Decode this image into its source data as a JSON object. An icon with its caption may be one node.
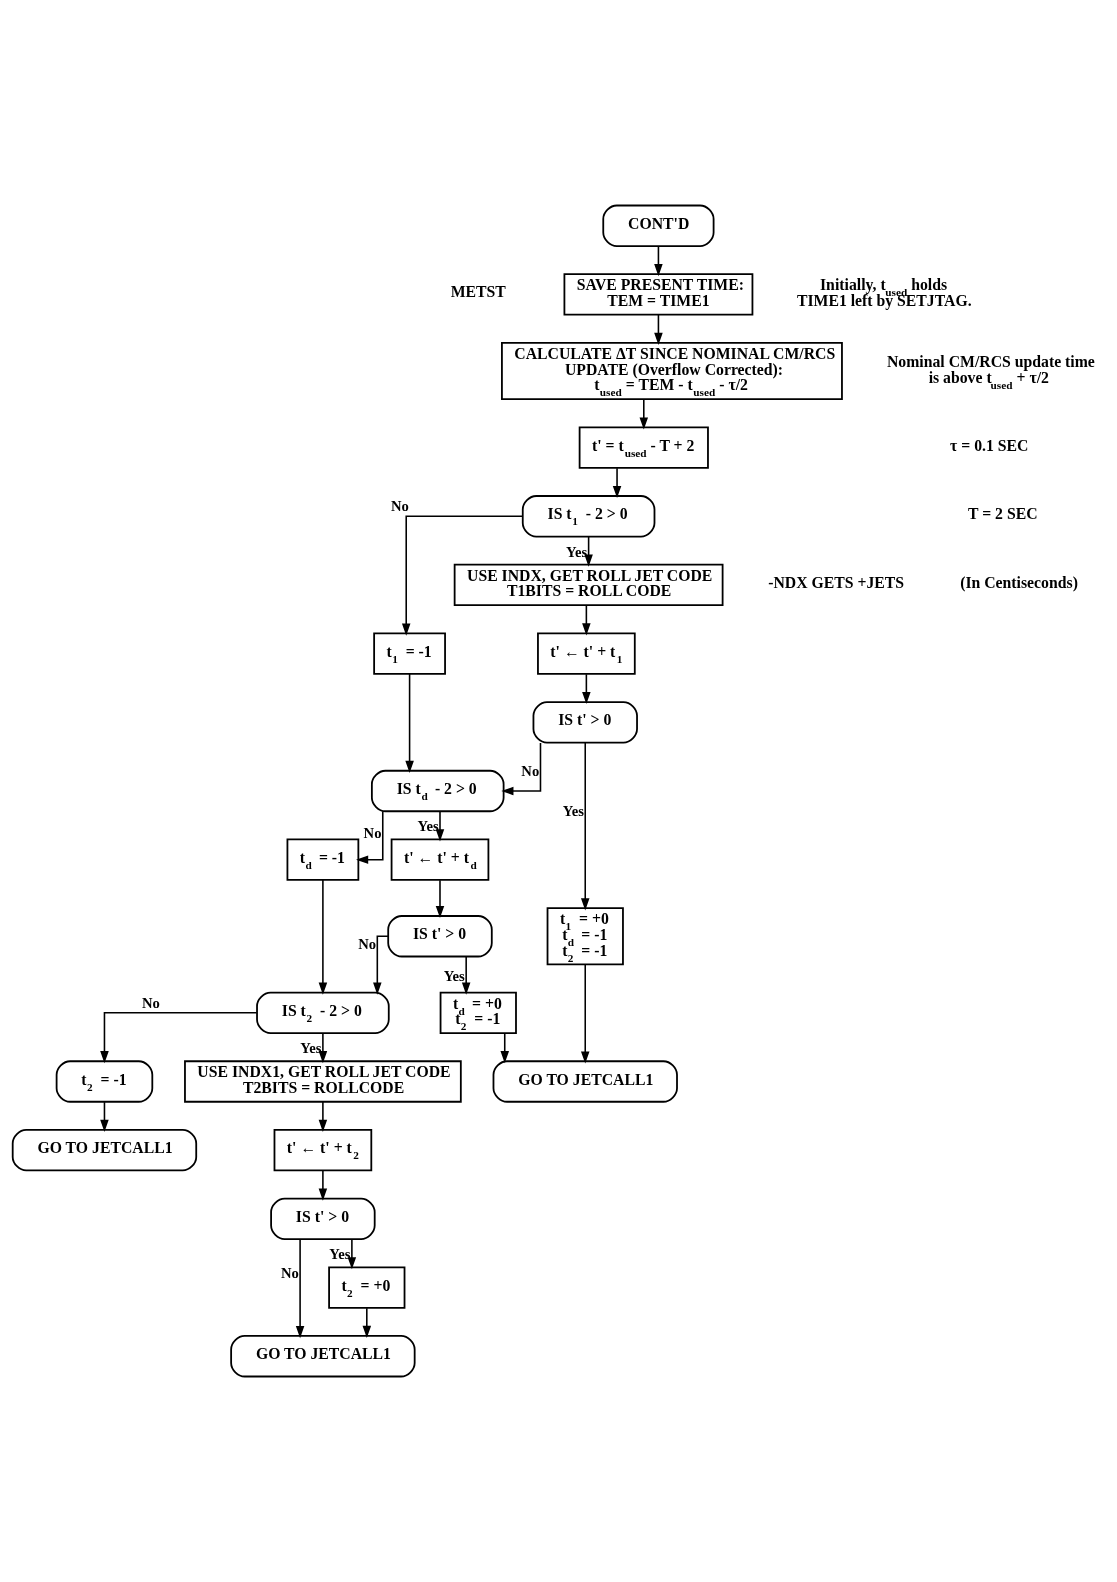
{
  "diagram": {
    "nodes": [
      {
        "text": [
          "CONT'D"
        ]
      },
      {
        "text": [
          "SAVE PRESENT TIME:",
          "TEM = TIME1"
        ],
        "beside": [
          "Initially, t$_{used}$ holds TIME1 left by SETJTAG."
        ]
      },
      {
        "text": [
          "CALCULATE ΔT SINCE NOMINAL CM/RCS UPDATE (Overflow Corrected):",
          "t$_{used}$ = TEM - t$_{used}$ - τ/2"
        ],
        "beside": [
          "Nominal CM/RCS update time is above t$_{used}$ + τ/2"
        ]
      },
      {
        "text": [
          "t' = t$_{used}$ - T + 2"
        ]
      },
      {
        "text": [
          "IS t$_{1}$ - 2 > 0"
        ]
      },
      {
        "text": [
          "t$_{1}$ = -1"
        ]
      },
      {
        "text": [
          "USE INDX, GET ROLL JET CODE",
          "T1BITS = ROLL CODE"
        ],
        "beside": [
          "-NDX GETS +JETS"
        ]
      },
      {
        "text": [
          "t' ← t' + t$_{1}$"
        ]
      },
      {
        "text": [
          "IS t' > 0"
        ]
      },
      {
        "text": [
          "IS t$_{d}$ - 2 > 0"
        ]
      },
      {
        "text": [
          "t$_{1}$ = +0",
          "t$_{d}$ = -1",
          "t$_{2}$ = -1"
        ]
      },
      {
        "text": [
          "t$_{d}$ = -1"
        ]
      },
      {
        "text": [
          "t' ← t' + t$_{d}$"
        ]
      },
      {
        "text": [
          "IS t' > 0"
        ]
      },
      {
        "text": [
          "t$_{d}$ = +0",
          "t$_{2}$ = -1"
        ]
      },
      {
        "text": [
          "IS t$_{2}$ - 2 > 0"
        ]
      },
      {
        "text": [
          "GO TO JETCALL1"
        ]
      },
      {
        "text": [
          "t$_{2}$ = -1"
        ]
      },
      {
        "text": [
          "USE INDX1, GET ROLL JET CODE",
          "T2BITS = ROLLCODE"
        ]
      },
      {
        "text": [
          "GO TO JETCALL1"
        ]
      },
      {
        "text": [
          "t' ← t' + t$_{2}$"
        ]
      },
      {
        "text": [
          "IS t' > 0"
        ]
      },
      {
        "text": [
          "t$_{2}$ = +0"
        ]
      },
      {
        "text": [
          "GO TO JETCALL1"
        ]
      }
    ],
    "edges": [
      {
        "from": 0,
        "to": 1,
        "arrow": "to"
      },
      {
        "from": 1,
        "to": 2,
        "arrow": "to"
      },
      {
        "from": 2,
        "to": 3,
        "arrow": "to"
      },
      {
        "from": 3,
        "to": 4,
        "arrow": "to"
      },
      {
        "from": 4,
        "to": 5,
        "arrow": "to",
        "label": "No"
      },
      {
        "from": 4,
        "to": 6,
        "arrow": "to",
        "label": "Yes"
      },
      {
        "from": 6,
        "to": 7,
        "arrow": "to"
      },
      {
        "from": 7,
        "to": 8,
        "arrow": "to"
      },
      {
        "from": 8,
        "to": 9,
        "arrow": "to",
        "label": "No"
      },
      {
        "from": 8,
        "to": 10,
        "arrow": "to",
        "label": "Yes"
      },
      {
        "from": 5,
        "to": 9,
        "arrow": "to"
      },
      {
        "from": 9,
        "to": 11,
        "arrow": "to",
        "label": "No"
      },
      {
        "from": 9,
        "to": 12,
        "arrow": "to",
        "label": "Yes"
      },
      {
        "from": 12,
        "to": 13,
        "arrow": "to"
      },
      {
        "from": 13,
        "to": 15,
        "arrow": "to",
        "label": "No"
      },
      {
        "from": 13,
        "to": 14,
        "arrow": "to",
        "label": "Yes"
      },
      {
        "from": 11,
        "to": 15,
        "arrow": "to"
      },
      {
        "from": 15,
        "to": 17,
        "arrow": "to",
        "label": "No"
      },
      {
        "from": 15,
        "to": 18,
        "arrow": "to",
        "label": "Yes"
      },
      {
        "from": 14,
        "to": 16,
        "arrow": "to"
      },
      {
        "from": 10,
        "to": 16,
        "arrow": "to"
      },
      {
        "from": 17,
        "to": 19,
        "arrow": "to"
      },
      {
        "from": 18,
        "to": 20,
        "arrow": "to"
      },
      {
        "from": 20,
        "to": 21,
        "arrow": "to"
      },
      {
        "from": 21,
        "to": 23,
        "arrow": "to",
        "label": "No"
      },
      {
        "from": 21,
        "to": 22,
        "arrow": "to",
        "label": "Yes"
      },
      {
        "from": 22,
        "to": 23,
        "arrow": "to"
      }
    ],
    "labels": [
      "METST",
      "τ = 0.1 SEC",
      "T = 2 SEC",
      "(In Centiseconds)"
    ]
  }
}
